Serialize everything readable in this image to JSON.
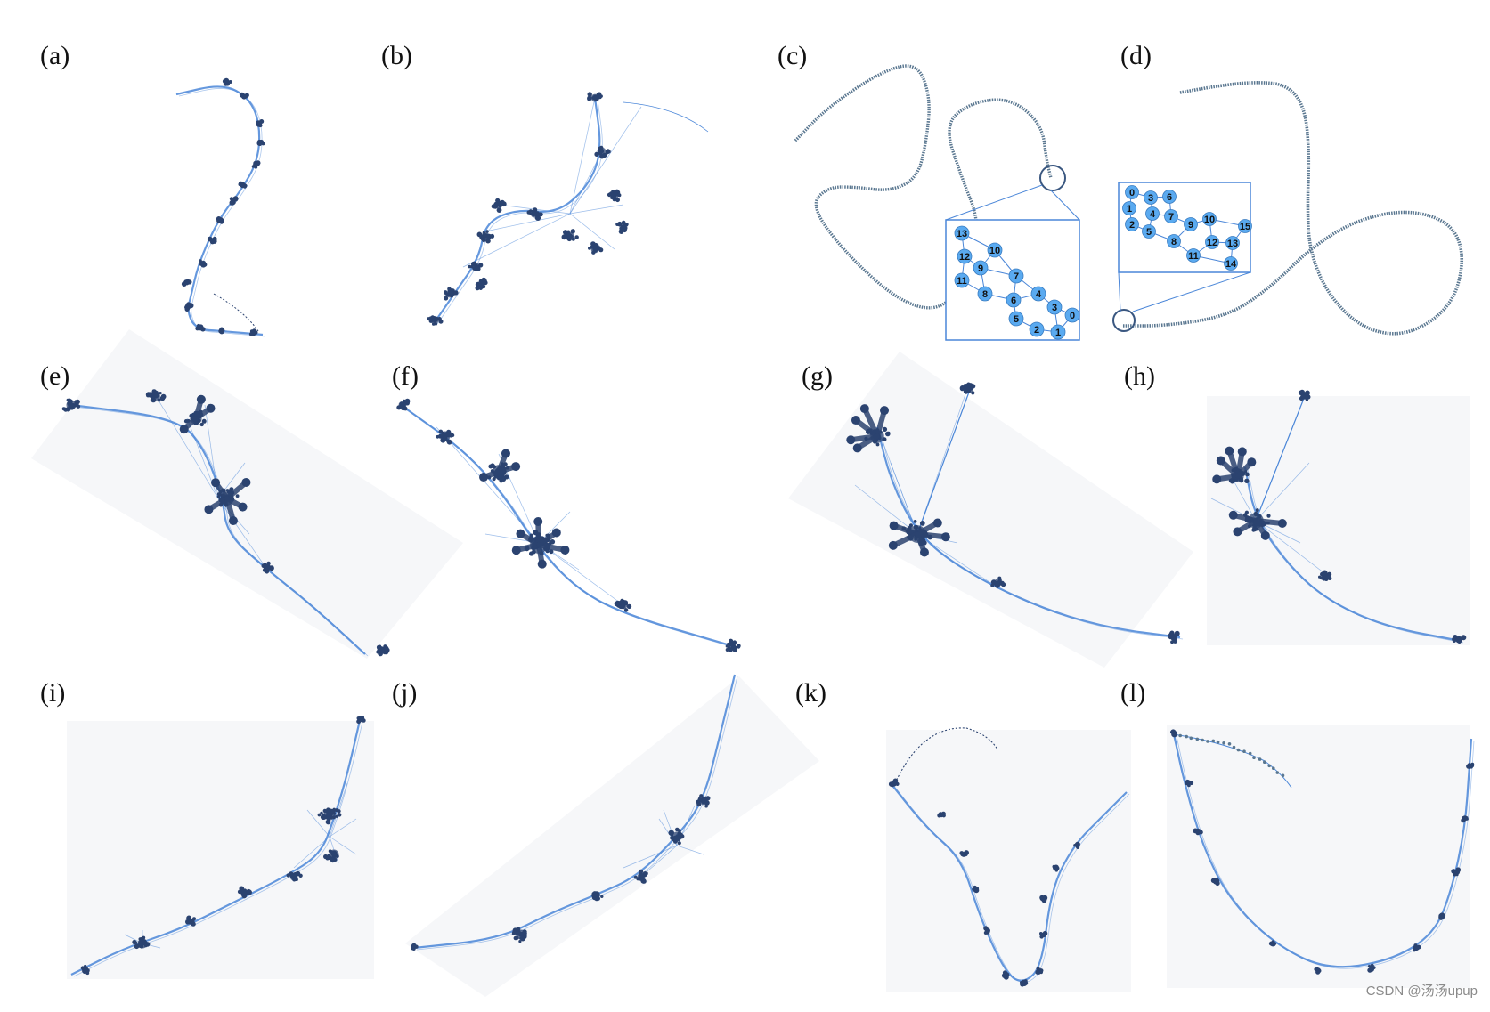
{
  "panels": [
    {
      "label": "(a)"
    },
    {
      "label": "(b)"
    },
    {
      "label": "(c)"
    },
    {
      "label": "(d)"
    },
    {
      "label": "(e)"
    },
    {
      "label": "(f)"
    },
    {
      "label": "(g)"
    },
    {
      "label": "(h)"
    },
    {
      "label": "(i)"
    },
    {
      "label": "(j)"
    },
    {
      "label": "(k)"
    },
    {
      "label": "(l)"
    }
  ],
  "inset_c_nodes": [
    "13",
    "12",
    "10",
    "11",
    "9",
    "8",
    "7",
    "6",
    "4",
    "3",
    "5",
    "2",
    "1",
    "0"
  ],
  "inset_d_nodes": [
    "0",
    "3",
    "6",
    "1",
    "4",
    "7",
    "2",
    "5",
    "9",
    "10",
    "8",
    "12",
    "11",
    "13",
    "15",
    "14"
  ],
  "colors": {
    "edge": "#4a86d8",
    "cluster": "#2b4370",
    "node_fill": "#5aaaf0",
    "chain": "#5a7790",
    "inset_border": "#4a86d8"
  },
  "watermark": "CSDN @汤汤upup"
}
